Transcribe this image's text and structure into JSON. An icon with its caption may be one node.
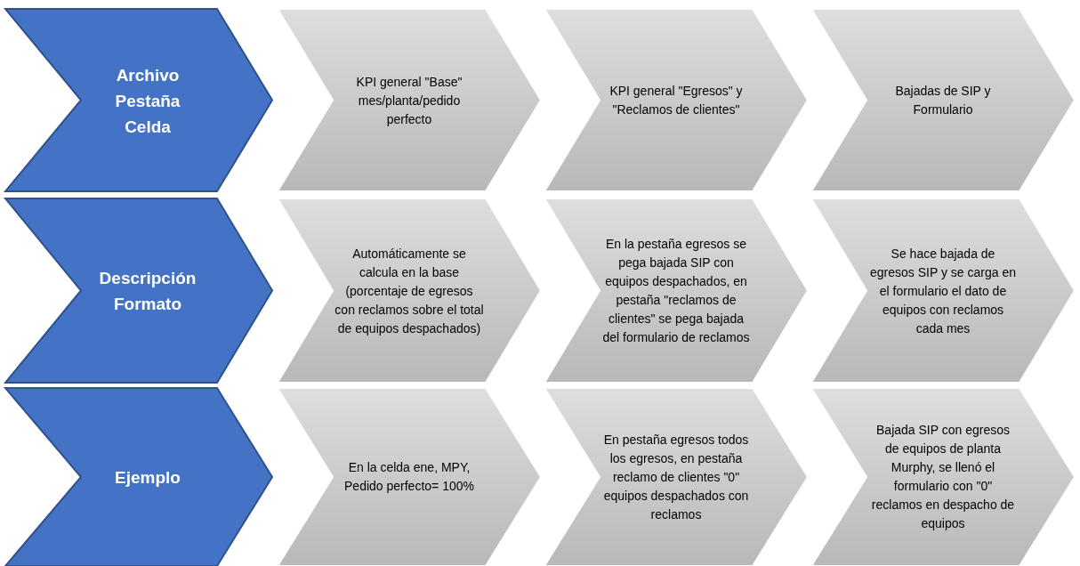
{
  "diagram": {
    "nodes": [
      {
        "text": [
          "Archivo Pestaña Celda"
        ]
      },
      {
        "text": [
          "KPI general \"Base\" mes/planta/pedido perfecto"
        ]
      },
      {
        "text": [
          "KPI general \"Egresos\" y \"Reclamos de clientes\""
        ]
      },
      {
        "text": [
          "Bajadas de SIP y Formulario"
        ]
      },
      {
        "text": [
          "Descripción Formato"
        ]
      },
      {
        "text": [
          "Automáticamente se calcula en la base (porcentaje de egresos con reclamos sobre el total de equipos despachados)"
        ]
      },
      {
        "text": [
          "En la pestaña egresos se pega bajada SIP con equipos despachados, en pestaña \"reclamos de clientes\" se pega bajada del formulario de reclamos"
        ]
      },
      {
        "text": [
          "Se hace bajada de egresos SIP y se carga en el formulario el dato de equipos con reclamos cada mes"
        ]
      },
      {
        "text": [
          "Ejemplo"
        ]
      },
      {
        "text": [
          "En la celda ene, MPY, Pedido perfecto= 100%"
        ]
      },
      {
        "text": [
          "En pestaña egresos todos los egresos, en pestaña reclamo de clientes \"0\" equipos despachados con reclamos"
        ]
      },
      {
        "text": [
          "Bajada SIP con egresos de equipos de planta Murphy, se llenó el formulario con \"0\" reclamos en despacho de equipos"
        ]
      }
    ]
  }
}
